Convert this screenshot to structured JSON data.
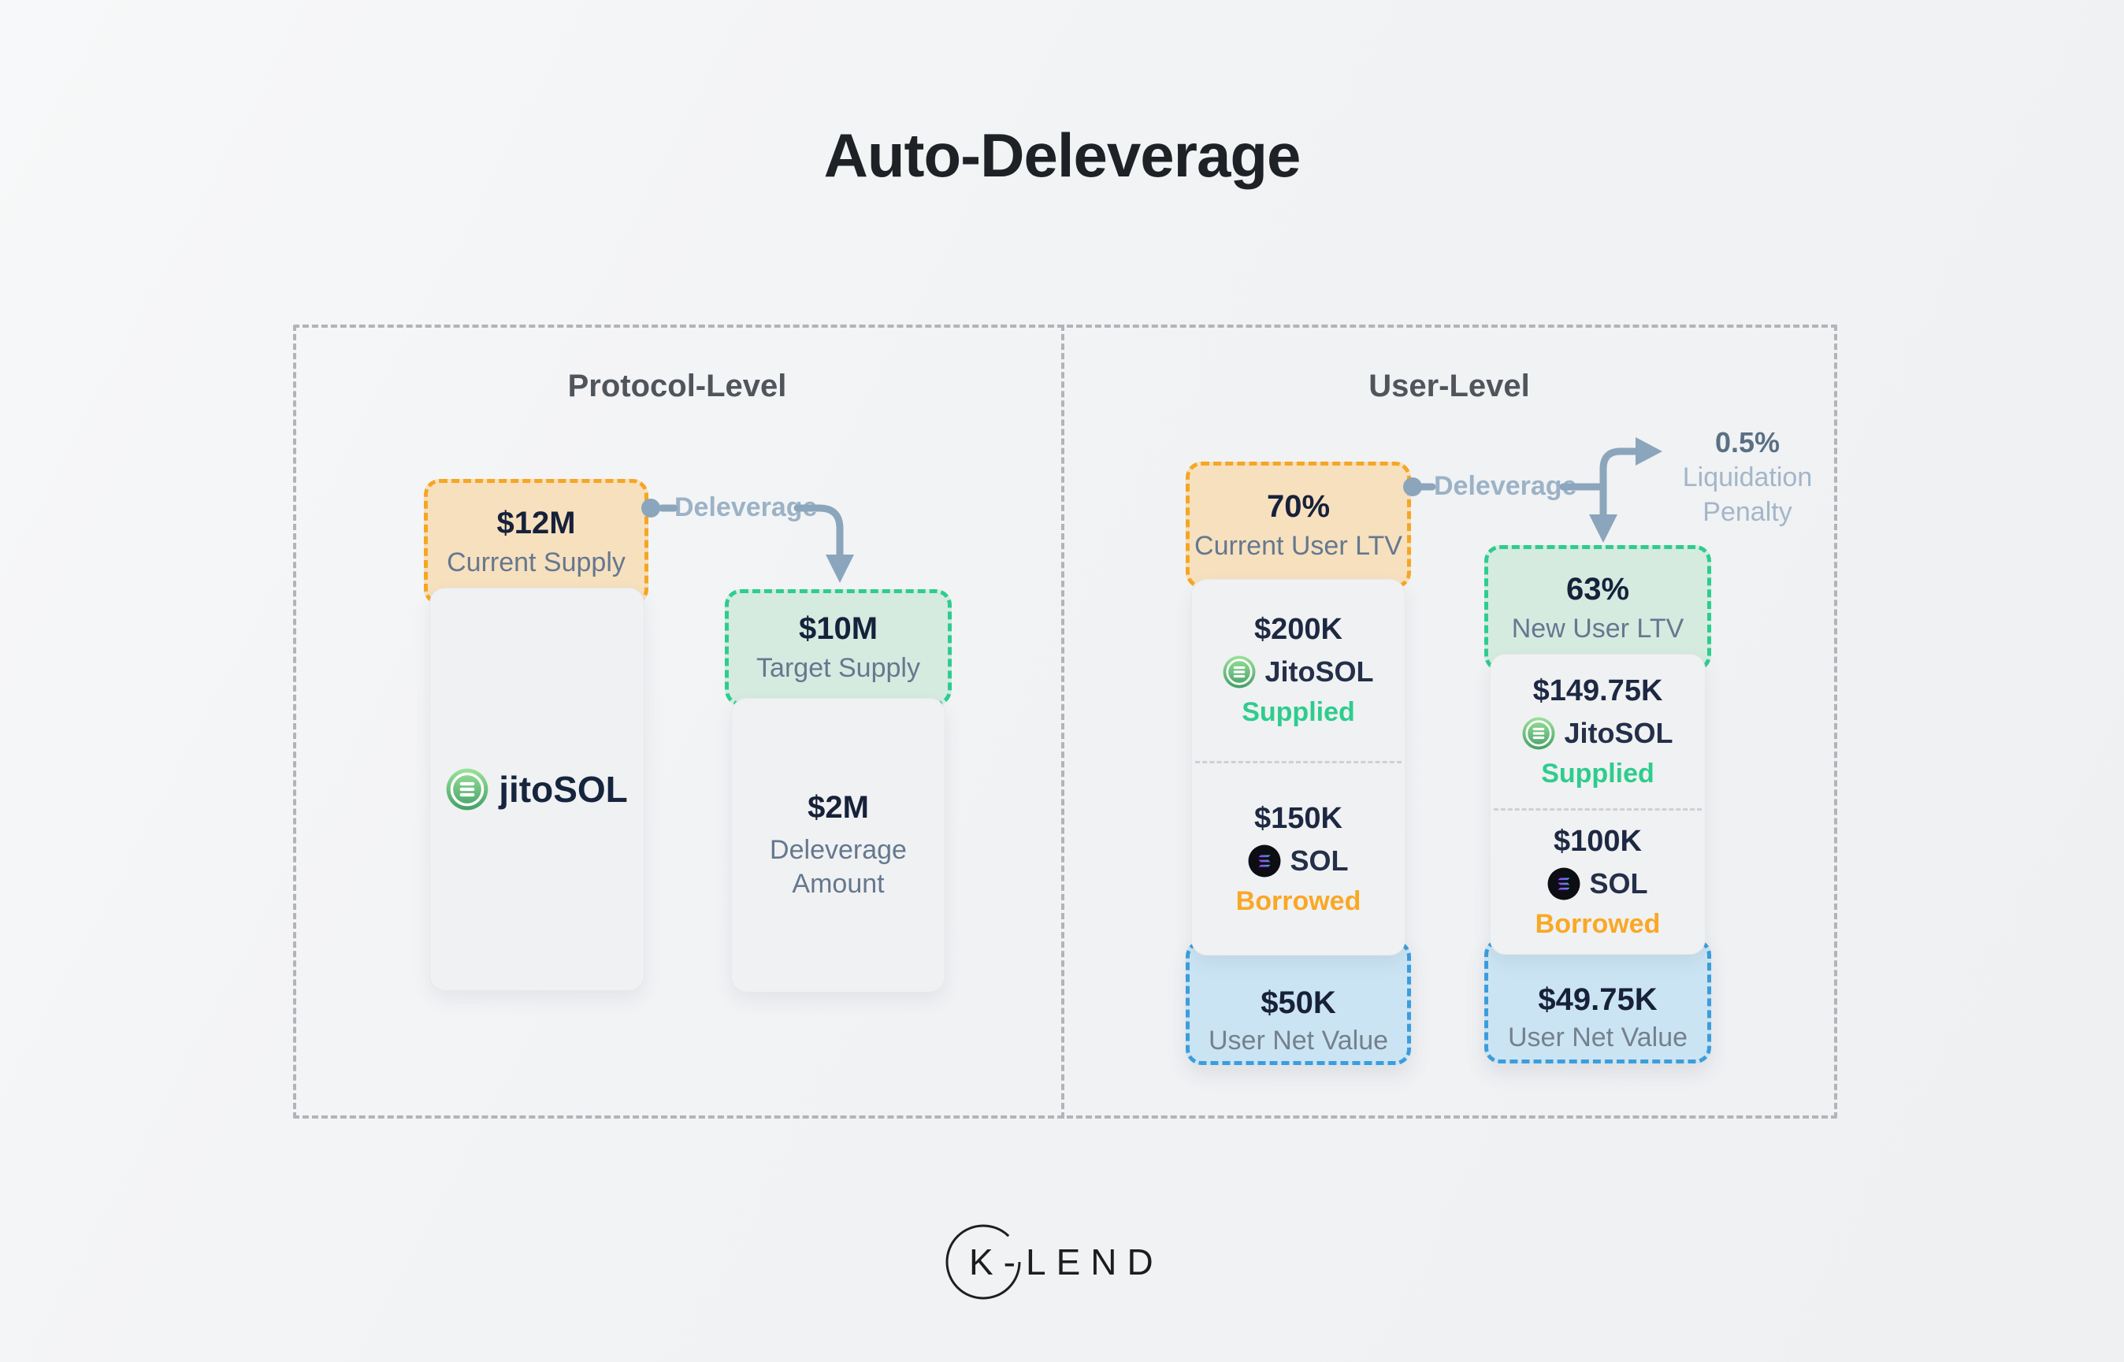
{
  "title": "Auto-Deleverage",
  "brand": {
    "name": "K-LEND"
  },
  "colors": {
    "accent_orange": "#F5A623",
    "accent_green": "#2ECC8E",
    "accent_blue": "#3B9DDD",
    "supplied_text": "#2ECC8E",
    "borrowed_text": "#F9A826",
    "connector": "#8BA5BC"
  },
  "icons": {
    "jitosol": "jitosol-icon",
    "sol": "sol-icon"
  },
  "protocol_panel": {
    "title": "Protocol-Level",
    "deleverage_label": "Deleverage",
    "current_supply": {
      "value": "$12M",
      "label": "Current Supply"
    },
    "supply_token": "jitoSOL",
    "target_supply": {
      "value": "$10M",
      "label": "Target Supply"
    },
    "deleverage_amount": {
      "value": "$2M",
      "label": "Deleverage Amount"
    }
  },
  "user_panel": {
    "title": "User-Level",
    "deleverage_label": "Deleverage",
    "penalty": {
      "value": "0.5%",
      "line1": "Liquidation",
      "line2": "Penalty"
    },
    "current_position": {
      "ltv": {
        "value": "70%",
        "label": "Current User LTV"
      },
      "supplied": {
        "value": "$200K",
        "token": "JitoSOL",
        "status": "Supplied"
      },
      "borrowed": {
        "value": "$150K",
        "token": "SOL",
        "status": "Borrowed"
      },
      "net_value": {
        "value": "$50K",
        "label": "User Net Value"
      }
    },
    "new_position": {
      "ltv": {
        "value": "63%",
        "label": "New User LTV"
      },
      "supplied": {
        "value": "$149.75K",
        "token": "JitoSOL",
        "status": "Supplied"
      },
      "borrowed": {
        "value": "$100K",
        "token": "SOL",
        "status": "Borrowed"
      },
      "net_value": {
        "value": "$49.75K",
        "label": "User Net Value"
      }
    }
  }
}
